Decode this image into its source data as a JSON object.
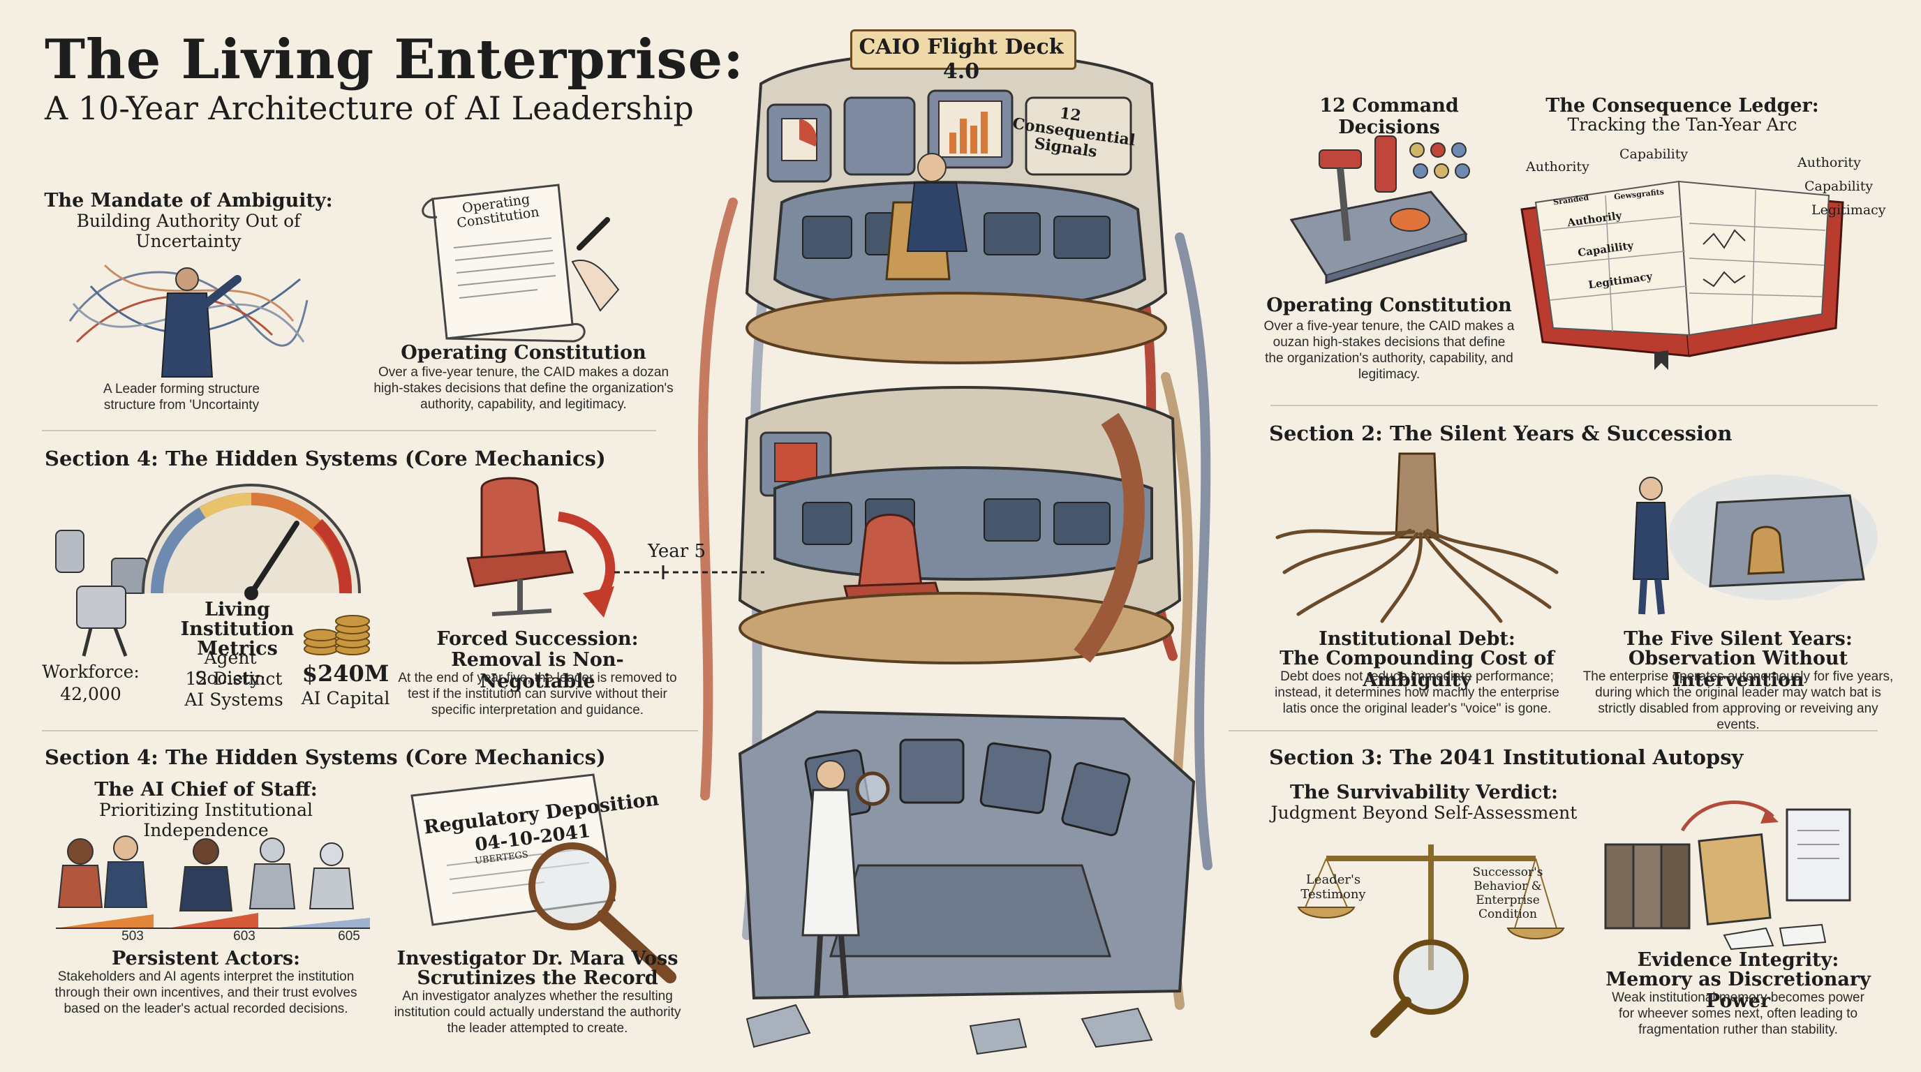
{
  "header": {
    "title": "The Living Enterprise:",
    "subtitle": "A 10-Year Architecture of AI Leadership"
  },
  "center": {
    "badge": "CAIO Flight Deck 4.0",
    "signals": "12 Consequential Signals",
    "year_marker": "Year 5"
  },
  "mandate": {
    "heading": "The Mandate of Ambiguity:",
    "sub": "Building Authority Out of Uncertainty",
    "caption": "A Leader forming structure structure from 'Uncortainty"
  },
  "constitution_left": {
    "scroll_label": "Operating Constitution",
    "heading": "Operating Constitution",
    "body": "Over a five-year tenure, the CAID makes a dozan high-stakes decisions that define the organization's authority, capability, and legitimacy."
  },
  "hidden_top": {
    "section": "Section 4: The Hidden Systems (Core Mechanics)",
    "metrics_title": "Living Institution Metrics",
    "workforce_label": "Workforce:",
    "workforce_value": "42,000",
    "agent_label": "Agent Society:",
    "agent_value": "12 Distinct AI Systems",
    "capital_value": "$240M",
    "capital_label": "AI Capital",
    "succession_heading": "Forced Succession:",
    "succession_sub": "Removal is Non-Negotiable",
    "succession_body": "At the end of year five, the leader is removed to test if the institution can survive without their specific interpretation and guidance."
  },
  "hidden_bottom": {
    "section": "Section 4: The Hidden Systems (Core Mechanics)",
    "chief_heading": "The AI Chief of Staff:",
    "chief_sub": "Prioritizing Institutional Independence",
    "ticks": [
      "503",
      "603",
      "605"
    ],
    "actors_heading": "Persistent Actors:",
    "actors_body": "Stakeholders and AI agents interpret the institution through their own incentives, and their trust evolves based on the leader's actual recorded decisions.",
    "deposition_title": "Regulatory Deposition",
    "deposition_date": "04-10-2041",
    "deposition_stamp": "UBERTEGS",
    "investigator_heading": "Investigator Dr. Mara Voss",
    "investigator_sub": "Scrutinizes the Record",
    "investigator_body": "An investigator analyzes whether the resulting institution could actually understand the authority the leader attempted to create."
  },
  "right_top": {
    "decisions_heading": "12 Command Decisions",
    "ledger_heading": "The Consequence Ledger:",
    "ledger_sub": "Tracking the Tan-Year Arc",
    "ledger_left": [
      "Authority",
      "Capability"
    ],
    "ledger_right": [
      "Authority",
      "Capability",
      "Legitimacy"
    ],
    "book_cols": [
      "Sranded",
      "Gewsgrafits"
    ],
    "book_rows": [
      "Authorily",
      "Capalility",
      "Legitimacy"
    ],
    "constitution_heading": "Operating Constitution",
    "constitution_body": "Over a five-year tenure, the CAID makes a ouzan high-stakes decisions that define the organization's authority, capability, and legitimacy."
  },
  "section2": {
    "section": "Section 2: The Silent Years & Succession",
    "debt_heading": "Institutional Debt:",
    "debt_sub": "The Compounding Cost of Ambiguity",
    "debt_body": "Debt does not reduce immediate performance; instead, it determines how machly the enterprise latis once the original leader's \"voice\" is gone.",
    "silent_heading": "The Five Silent Years:",
    "silent_sub": "Observation Without Intervention",
    "silent_body": "The enterprise operates autonomously for five years, during which the original leader may watch bat is strictly disabled from approving or reveiving any events."
  },
  "section3": {
    "section": "Section 3: The 2041 Institutional Autopsy",
    "verdict_heading": "The Survivability Verdict:",
    "verdict_sub": "Judgment Beyond Self-Assessment",
    "scale_left": "Leader's Testimony",
    "scale_right": "Successor's Behavior & Enterprise Condition",
    "evidence_heading": "Evidence Integrity:",
    "evidence_sub": "Memory as Discretionary Power",
    "evidence_body": "Weak institutional memory becomes power for wheever somes next, often leading to fragmentation ruther than stability."
  }
}
